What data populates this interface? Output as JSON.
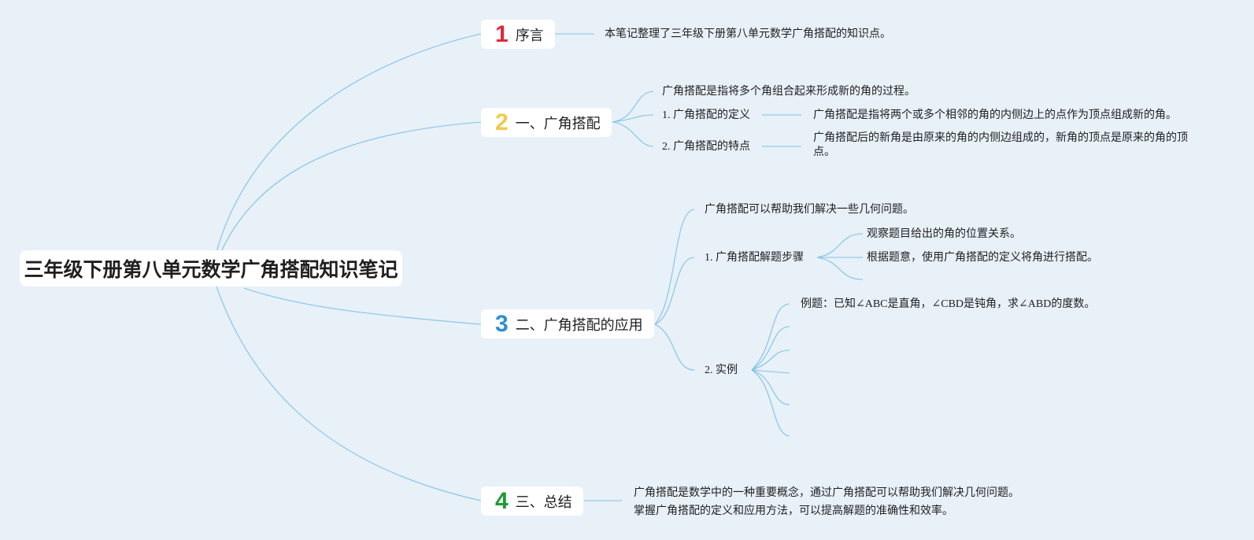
{
  "root": {
    "title": "三年级下册第八单元数学广角搭配知识笔记"
  },
  "colors": {
    "line": "#7fc3e6",
    "num1": "#e0283a",
    "num2": "#f2c94c",
    "num3": "#2d8ed6",
    "num4": "#1e9a35"
  },
  "topics": [
    {
      "num": "1",
      "label": "序言"
    },
    {
      "num": "2",
      "label": "一、广角搭配"
    },
    {
      "num": "3",
      "label": "二、广角搭配的应用"
    },
    {
      "num": "4",
      "label": "三、总结"
    }
  ],
  "t1": {
    "note": "本笔记整理了三年级下册第八单元数学广角搭配的知识点。"
  },
  "t2": {
    "intro": "广角搭配是指将多个角组合起来形成新的角的过程。",
    "def_label": "1. 广角搭配的定义",
    "def_text": "广角搭配是指将两个或多个相邻的角的内侧边上的点作为顶点组成新的角。",
    "feat_label": "2. 广角搭配的特点",
    "feat_text": "广角搭配后的新角是由原来的角的内侧边组成的，新角的顶点是原来的角的顶点。"
  },
  "t3": {
    "intro": "广角搭配可以帮助我们解决一些几何问题。",
    "steps_label": "1. 广角搭配解题步骤",
    "step1": "观察题目给出的角的位置关系。",
    "step2": "根据题意，使用广角搭配的定义将角进行搭配。",
    "example_label": "2. 实例",
    "example1": "例题：已知∠ABC是直角，∠CBD是钝角，求∠ABD的度数。"
  },
  "t4": {
    "line1": "广角搭配是数学中的一种重要概念，通过广角搭配可以帮助我们解决几何问题。",
    "line2": "掌握广角搭配的定义和应用方法，可以提高解题的准确性和效率。"
  }
}
